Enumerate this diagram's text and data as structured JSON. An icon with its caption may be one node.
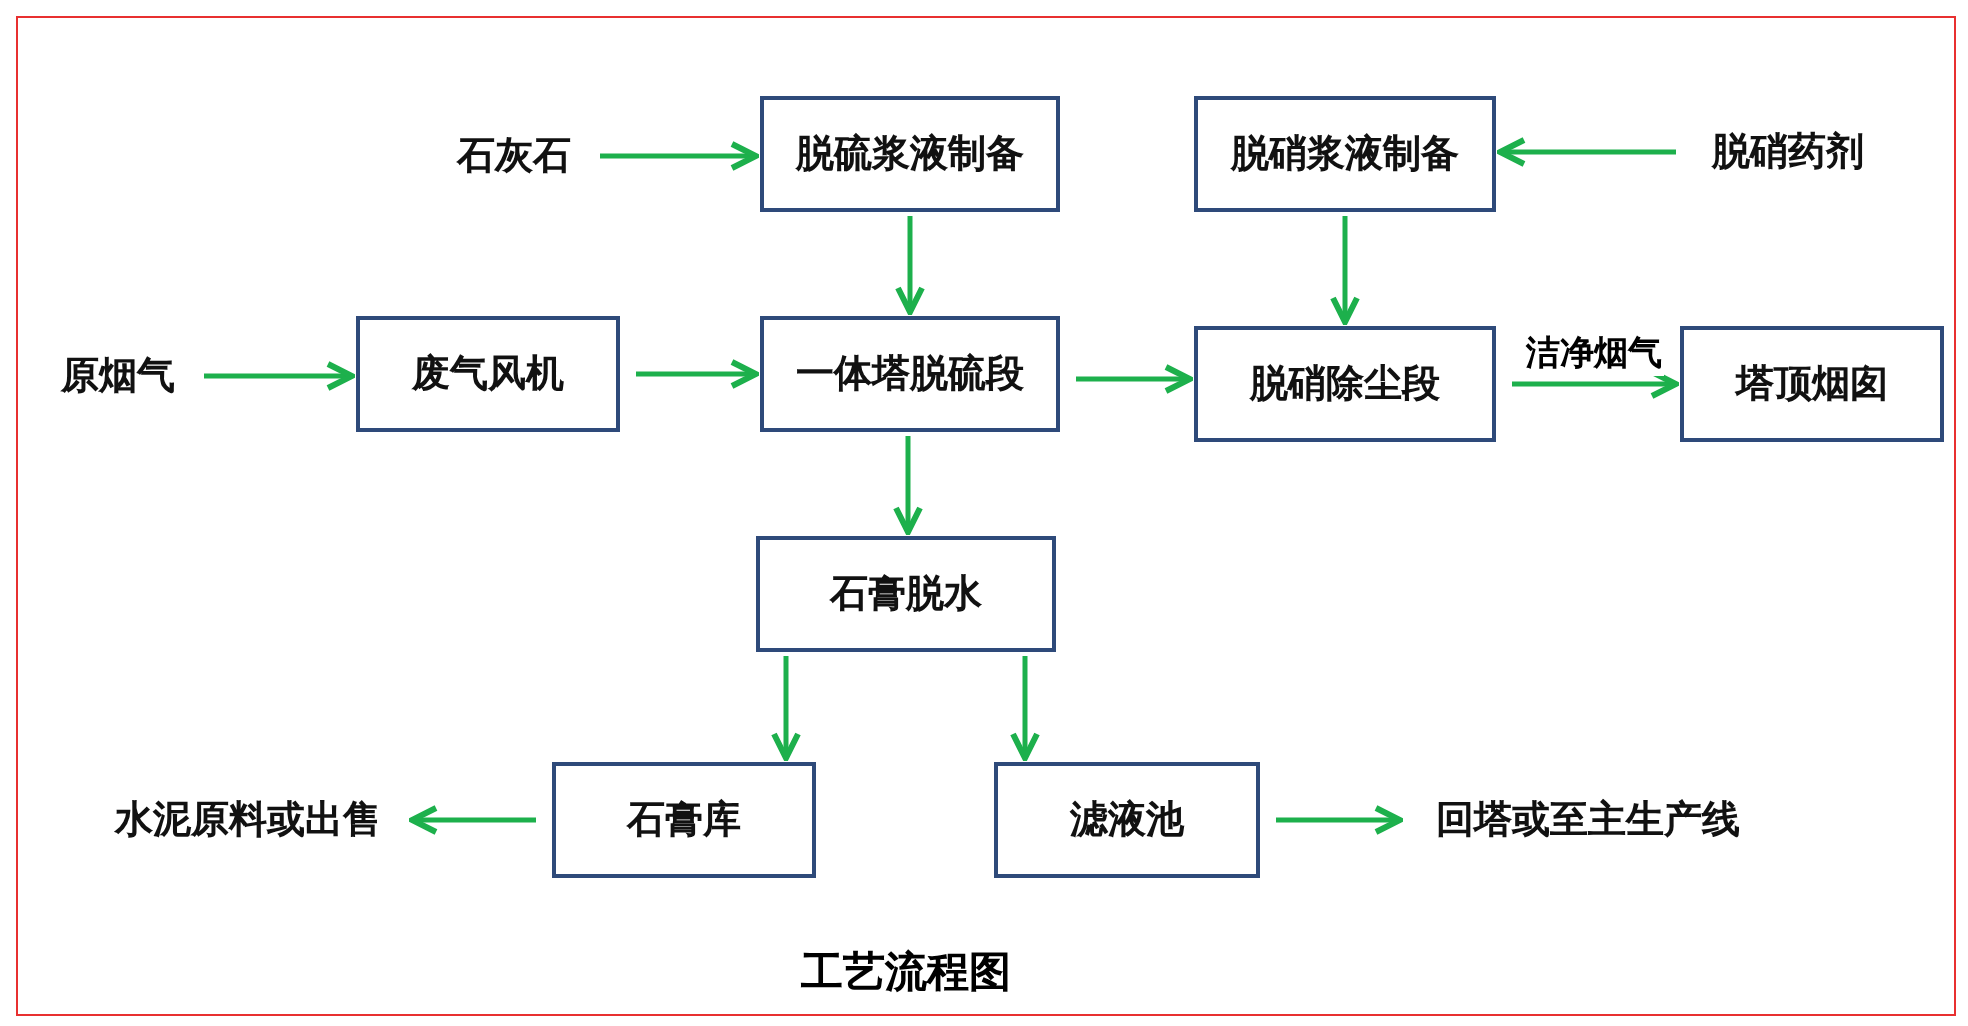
{
  "diagram": {
    "title": "工艺流程图",
    "nodes": [
      {
        "text": [
          "石灰石"
        ]
      },
      {
        "text": [
          "脱硫浆液制备"
        ]
      },
      {
        "text": [
          "脱硝浆液制备"
        ]
      },
      {
        "text": [
          "脱硝药剂"
        ]
      },
      {
        "text": [
          "原烟气"
        ]
      },
      {
        "text": [
          "废气风机"
        ]
      },
      {
        "text": [
          "一体塔脱硫段"
        ]
      },
      {
        "text": [
          "脱硝除尘段"
        ]
      },
      {
        "text": [
          "塔顶烟囱"
        ]
      },
      {
        "text": [
          "石膏脱水"
        ]
      },
      {
        "text": [
          "水泥原料或出售"
        ]
      },
      {
        "text": [
          "石膏库"
        ]
      },
      {
        "text": [
          "滤液池"
        ]
      },
      {
        "text": [
          "回塔或至主生产线"
        ]
      }
    ],
    "edges": [
      {
        "from": 0,
        "to": 1,
        "arrow": "to"
      },
      {
        "from": 3,
        "to": 2,
        "arrow": "to"
      },
      {
        "from": 1,
        "to": 6,
        "arrow": "to"
      },
      {
        "from": 2,
        "to": 7,
        "arrow": "to"
      },
      {
        "from": 4,
        "to": 5,
        "arrow": "to"
      },
      {
        "from": 5,
        "to": 6,
        "arrow": "to"
      },
      {
        "from": 6,
        "to": 7,
        "arrow": "to"
      },
      {
        "from": 7,
        "to": 8,
        "arrow": "to",
        "label": "洁净烟气"
      },
      {
        "from": 6,
        "to": 9,
        "arrow": "to"
      },
      {
        "from": 9,
        "to": 11,
        "arrow": "to"
      },
      {
        "from": 9,
        "to": 12,
        "arrow": "to"
      },
      {
        "from": 11,
        "to": 10,
        "arrow": "to"
      },
      {
        "from": 12,
        "to": 13,
        "arrow": "to"
      }
    ]
  }
}
